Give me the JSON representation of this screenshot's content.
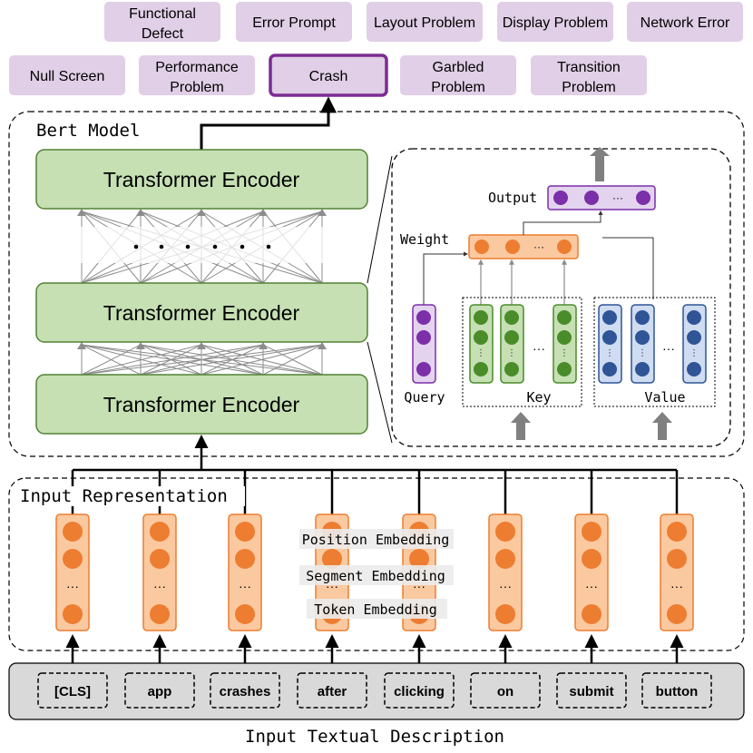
{
  "categories": {
    "row1": [
      "Functional\nDefect",
      "Error Prompt",
      "Layout Problem",
      "Display Problem",
      "Network Error"
    ],
    "row2": [
      "Null Screen",
      "Performance\nProblem",
      "Crash",
      "Garbled\nProblem",
      "Transition\nProblem"
    ],
    "selected": "Crash"
  },
  "bert": {
    "title": "Bert Model",
    "encoder_label": "Transformer Encoder"
  },
  "attention": {
    "output_label": "Output",
    "weight_label": "Weight",
    "query_label": "Query",
    "key_label": "Key",
    "value_label": "Value",
    "ellipsis": "···"
  },
  "input_representation": {
    "title": "Input Representation",
    "position_label": "Position Embedding",
    "segment_label": "Segment Embedding",
    "token_label": "Token Embedding"
  },
  "tokens": [
    "[CLS]",
    "app",
    "crashes",
    "after",
    "clicking",
    "on",
    "submit",
    "button"
  ],
  "footer": "Input Textual Description",
  "colors": {
    "category_fill": "#e0cfe6",
    "selected_border": "#7b2c94",
    "encoder_fill": "#c6e0b4",
    "encoder_border": "#538135",
    "orange_fill": "#fbc9a0",
    "orange_dot": "#ed7d31",
    "purple_dot": "#7b2fa8",
    "green_dot": "#4a8c2a",
    "blue_dot": "#2f5597",
    "token_bar": "#d9d9d9"
  }
}
